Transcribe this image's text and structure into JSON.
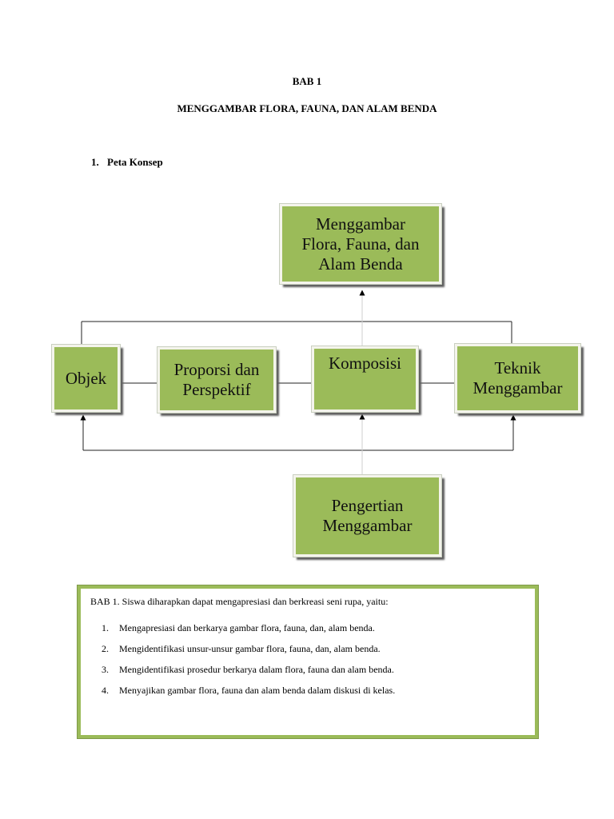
{
  "header": {
    "chapter": "BAB 1",
    "title": "MENGGAMBAR FLORA, FAUNA, DAN ALAM BENDA"
  },
  "section": {
    "number": "1.",
    "title": "Peta Konsep"
  },
  "concept_map": {
    "main": [
      "Menggambar",
      "Flora, Fauna, dan",
      "Alam Benda"
    ],
    "objek": "Objek",
    "proporsi": [
      "Proporsi dan",
      "Perspektif"
    ],
    "komposisi": "Komposisi",
    "teknik": [
      "Teknik",
      "Menggambar"
    ],
    "pengertian": [
      "Pengertian",
      "Menggambar"
    ],
    "colors": {
      "box_fill": "#9bbb59",
      "box_border": "#f4f4ec",
      "shadow": "#5d5d5d"
    }
  },
  "objectives": {
    "intro": "BAB 1. Siswa diharapkan  dapat mengapresiasi dan berkreasi seni rupa, yaitu:",
    "items": [
      {
        "num": "1.",
        "text": "Mengapresiasi dan berkarya gambar flora, fauna, dan, alam benda."
      },
      {
        "num": "2.",
        "text": "Mengidentifikasi unsur-unsur gambar flora, fauna, dan, alam benda."
      },
      {
        "num": "3.",
        "text": "Mengidentifikasi prosedur berkarya dalam flora, fauna dan alam benda."
      },
      {
        "num": "4.",
        "text": "Menyajikan gambar flora, fauna dan alam benda dalam diskusi di kelas."
      }
    ],
    "border_color": "#9bbb59"
  }
}
